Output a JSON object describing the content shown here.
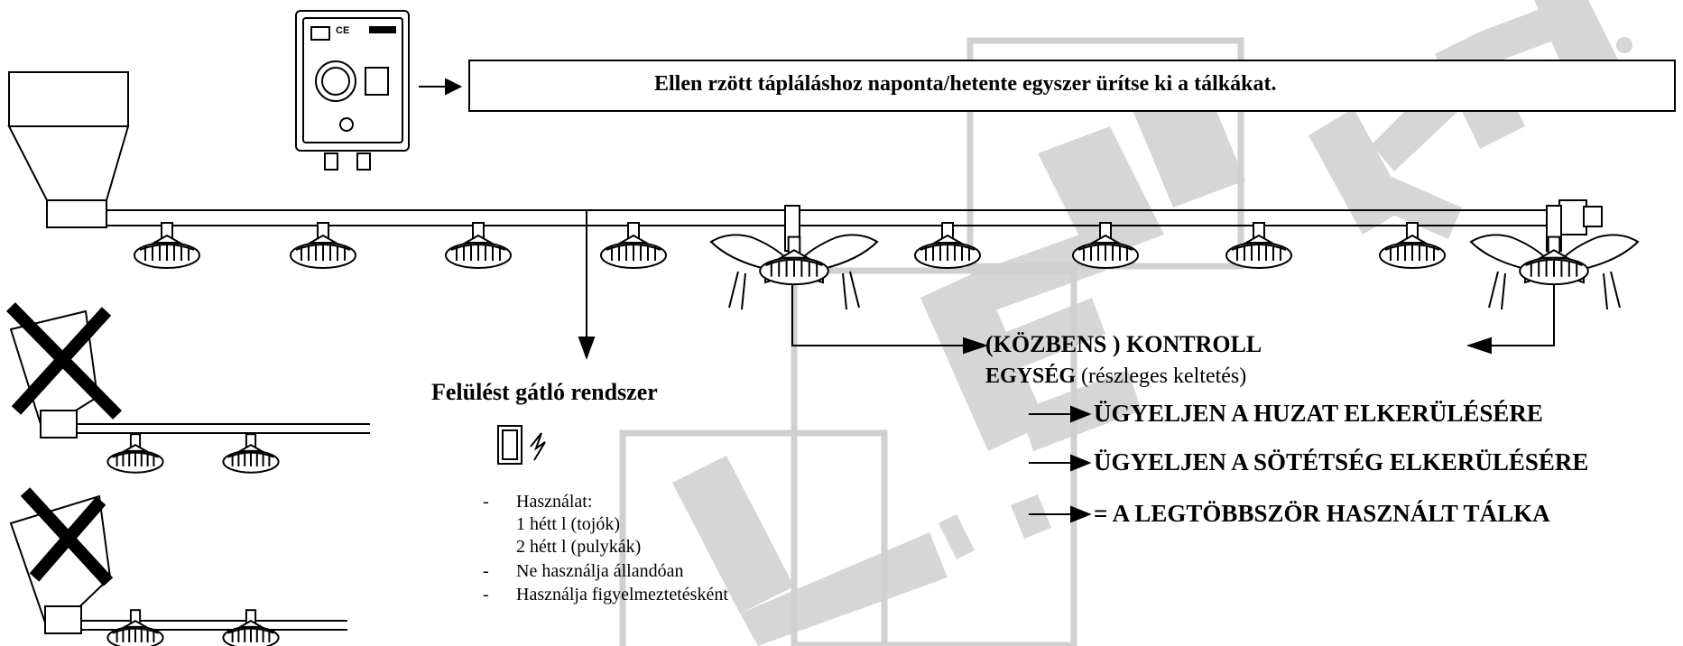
{
  "watermark": {
    "text": "LEX KFT."
  },
  "control_box": {
    "label": "CE"
  },
  "instruction_box": {
    "text": "Ellen  rzött tápláláshoz naponta/hetente egyszer ürítse ki a tálkákat."
  },
  "anti_perch": {
    "title": "Felülést gátló rendszer",
    "usage_heading": "Használat:",
    "usage_lines": [
      "1 hétt  l (tojók)",
      "2 hétt  l (pulykák)"
    ],
    "bullets": [
      "Ne használja állandóan",
      "Használja figyelmeztetésként"
    ]
  },
  "control_unit": {
    "title_bold": "(KÖZBENS   ) KONTROLL",
    "title_line2_bold": "EGYSÉG",
    "title_line2_normal": " (részleges keltetés)"
  },
  "notes": [
    "ÜGYELJEN A HUZAT ELKERÜLÉSÉRE",
    "ÜGYELJEN A SÖTÉTSÉG ELKERÜLÉSÉRE",
    "= A LEGTÖBBSZÖR HASZNÁLT TÁLKA"
  ]
}
